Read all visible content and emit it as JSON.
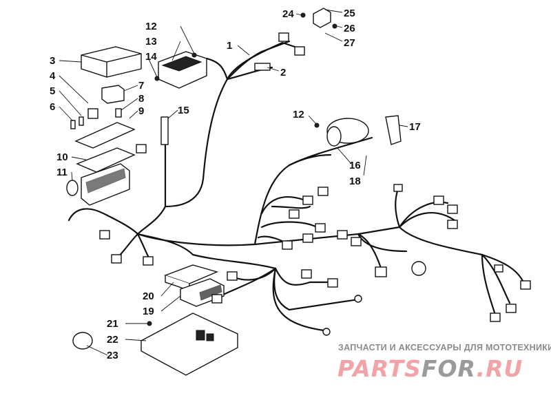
{
  "diagram": {
    "title": "Wiring harness assembly",
    "callouts": [
      "1",
      "2",
      "3",
      "4",
      "5",
      "6",
      "7",
      "8",
      "9",
      "10",
      "11",
      "12",
      "13",
      "14",
      "15",
      "12",
      "16",
      "17",
      "18",
      "19",
      "20",
      "21",
      "22",
      "23",
      "24",
      "25",
      "26",
      "27"
    ]
  },
  "watermark": {
    "tagline": "ЗАПЧАСТИ И АКСЕССУАРЫ ДЛЯ МОТОТЕХНИКИ",
    "logo_part1": "PARTS",
    "logo_part2": "FOR",
    "logo_part3": ".RU",
    "colors": {
      "pink": "#f2a3a8",
      "gray": "#9a9a9a"
    }
  }
}
